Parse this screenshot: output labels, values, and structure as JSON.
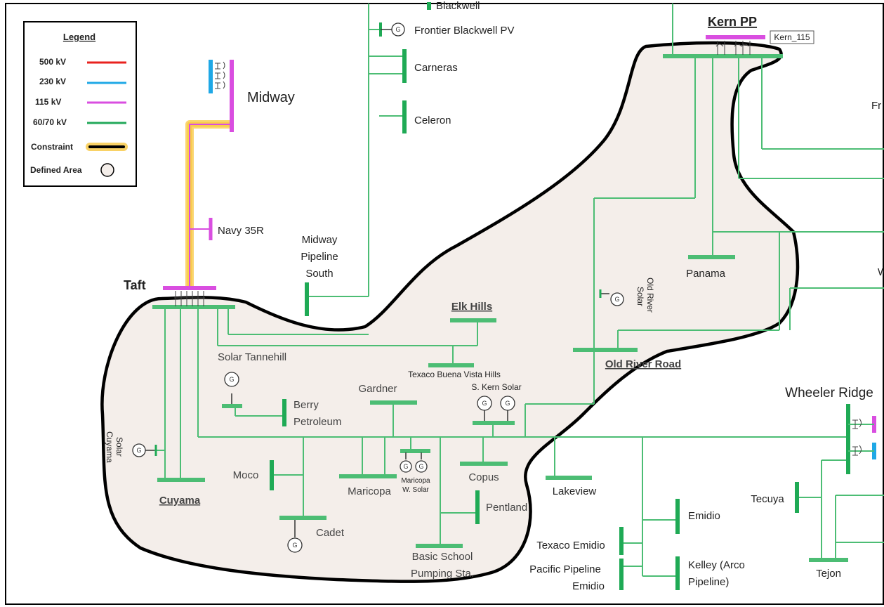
{
  "legend": {
    "title": "Legend",
    "items": [
      {
        "label": "500 kV",
        "color": "#e8221e"
      },
      {
        "label": "230 kV",
        "color": "#1fa8e6"
      },
      {
        "label": "115 kV",
        "color": "#d94ee0"
      },
      {
        "label": "60/70 kV",
        "color": "#22a85a"
      },
      {
        "label": "Constraint",
        "color": "#000000",
        "glow": "#f5b400"
      },
      {
        "label": "Defined Area",
        "color": "#f4eeea"
      }
    ]
  },
  "colors": {
    "kv500": "#e8221e",
    "kv230": "#1fa8e6",
    "kv115": "#d94ee0",
    "kv60_70": "#4cbd74",
    "kv60_70_dark": "#1faa55",
    "constraint_glow": "#f5b400",
    "area_fill": "#f4eeea"
  },
  "labels": {
    "blackwell": "Blackwell",
    "frontier_blackwell_pv": "Frontier Blackwell PV",
    "carneras": "Carneras",
    "celeron": "Celeron",
    "midway": "Midway",
    "navy_35r": "Navy 35R",
    "midway_pipeline_1": "Midway",
    "midway_pipeline_2": "Pipeline",
    "midway_pipeline_3": "South",
    "taft": "Taft",
    "kern_pp": "Kern PP",
    "kern_115": "Kern_115",
    "fr_cut": "Fr",
    "w_cut": "W",
    "panama": "Panama",
    "old_river_solar_1": "Old River",
    "old_river_solar_2": "Solar",
    "elk_hills": "Elk Hills",
    "old_river_road": "Old River Road",
    "texaco_bvh": "Texaco Buena Vista Hills",
    "solar_tannehill": "Solar Tannehill",
    "gardner": "Gardner",
    "s_kern_solar": "S. Kern Solar",
    "berry_1": "Berry",
    "berry_2": "Petroleum",
    "cuyama_solar_1": "Cuyama",
    "cuyama_solar_2": "Solar",
    "cuyama": "Cuyama",
    "moco": "Moco",
    "maricopa": "Maricopa",
    "maricopa_w_solar_1": "Maricopa",
    "maricopa_w_solar_2": "W. Solar",
    "copus": "Copus",
    "pentland": "Pentland",
    "cadet": "Cadet",
    "basic_school_1": "Basic School",
    "basic_school_2": "Pumping Sta.",
    "lakeview": "Lakeview",
    "wheeler_ridge": "Wheeler Ridge",
    "tecuya": "Tecuya",
    "emidio": "Emidio",
    "texaco_emidio": "Texaco Emidio",
    "pacific_pipeline_1": "Pacific Pipeline",
    "pacific_pipeline_2": "Emidio",
    "kelley_1": "Kelley (Arco",
    "kelley_2": "Pipeline)",
    "tejon": "Tejon",
    "gen_symbol": "G"
  }
}
